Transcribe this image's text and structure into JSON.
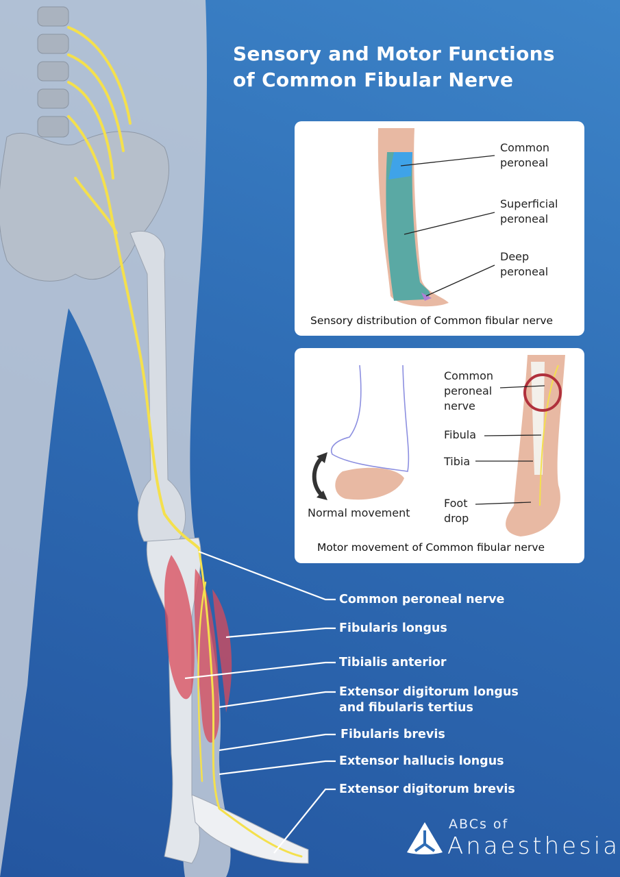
{
  "title": {
    "line1": "Sensory and Motor Functions",
    "line2": "of Common Fibular Nerve"
  },
  "sensory_card": {
    "labels": [
      {
        "line1": "Common",
        "line2": "peroneal"
      },
      {
        "line1": "Superficial",
        "line2": "peroneal"
      },
      {
        "line1": "Deep",
        "line2": "peroneal"
      }
    ],
    "caption": "Sensory distribution of Common fibular nerve",
    "colors": {
      "common": "#3fa3e8",
      "superficial": "#5aa9a4",
      "deep": "#b07fd6",
      "skin": "#e8b9a3"
    }
  },
  "motor_card": {
    "normal_label": "Normal movement",
    "labels": [
      {
        "line1": "Common",
        "line2": "peroneal",
        "line3": "nerve"
      },
      {
        "line1": "Fibula"
      },
      {
        "line1": "Tibia"
      },
      {
        "line1": "Foot",
        "line2": "drop"
      }
    ],
    "caption": "Motor movement of Common fibular nerve"
  },
  "muscle_labels": [
    {
      "line1": "Common peroneal nerve"
    },
    {
      "line1": "Fibularis longus"
    },
    {
      "line1": "Tibialis anterior"
    },
    {
      "line1": "Extensor digitorum longus",
      "line2": "and fibularis tertius"
    },
    {
      "line1": "Fibularis brevis"
    },
    {
      "line1": "Extensor hallucis longus"
    },
    {
      "line1": "Extensor digitorum brevis"
    }
  ],
  "logo": {
    "line1": "ABCs of",
    "line2": "Anaesthesia"
  },
  "colors": {
    "background": "#2f6db5",
    "nerve": "#f4e04d",
    "muscle": "#d94a5a",
    "highlight_circle": "#b0303c"
  }
}
